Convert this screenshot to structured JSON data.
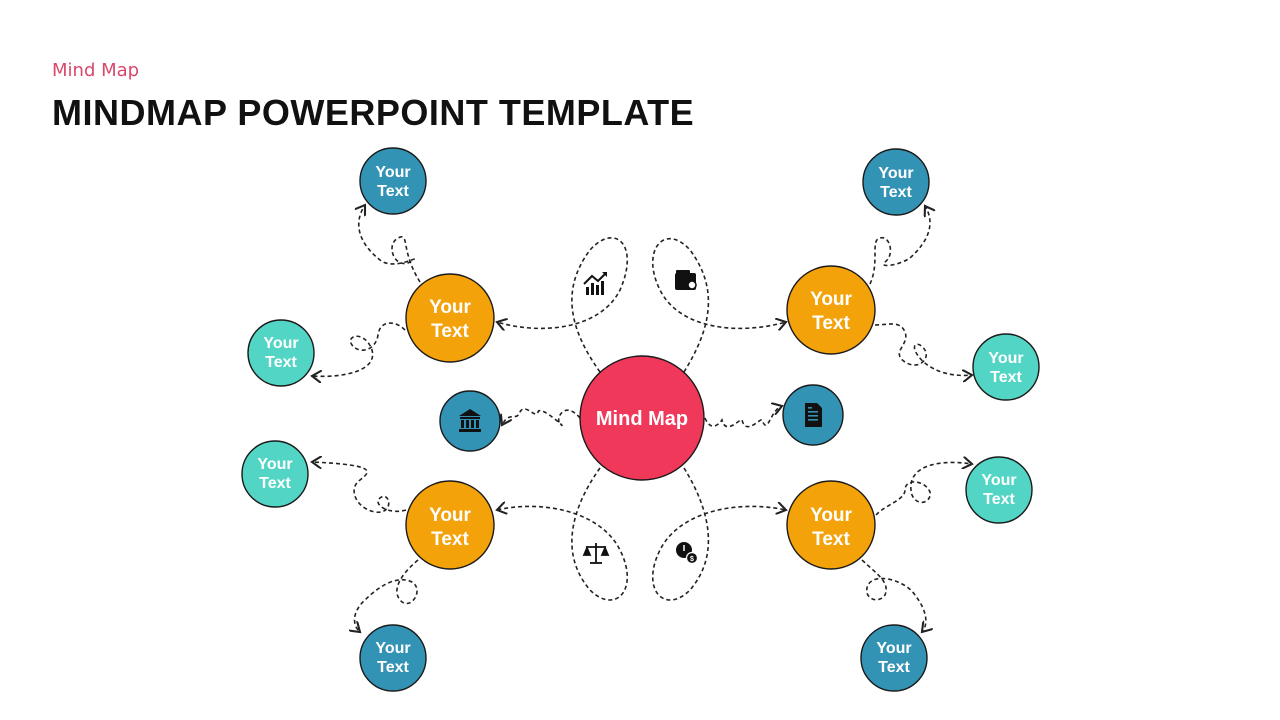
{
  "header": {
    "subtitle": "Mind Map",
    "title": "MINDMAP POWERPOINT TEMPLATE"
  },
  "colors": {
    "center": "#f0395a",
    "branch": "#f4a20a",
    "leaf_dark": "#3393b5",
    "leaf_light": "#52d5c5",
    "icon_circle": "#3393b5"
  },
  "center": {
    "label": "Mind Map"
  },
  "branches": {
    "top_left": {
      "line1": "Your",
      "line2": "Text"
    },
    "top_right": {
      "line1": "Your",
      "line2": "Text"
    },
    "bottom_left": {
      "line1": "Your",
      "line2": "Text"
    },
    "bottom_right": {
      "line1": "Your",
      "line2": "Text"
    }
  },
  "leaves": {
    "top_left_top": {
      "line1": "Your",
      "line2": "Text"
    },
    "top_left_side": {
      "line1": "Your",
      "line2": "Text"
    },
    "top_right_top": {
      "line1": "Your",
      "line2": "Text"
    },
    "top_right_side": {
      "line1": "Your",
      "line2": "Text"
    },
    "bottom_left_side": {
      "line1": "Your",
      "line2": "Text"
    },
    "bottom_left_bottom": {
      "line1": "Your",
      "line2": "Text"
    },
    "bottom_right_side": {
      "line1": "Your",
      "line2": "Text"
    },
    "bottom_right_bottom": {
      "line1": "Your",
      "line2": "Text"
    }
  },
  "icons": {
    "left_node": "bank-icon",
    "right_node": "document-icon",
    "top_left": "chart-growth-icon",
    "top_right": "wallet-icon",
    "bottom_left": "balance-scale-icon",
    "bottom_right": "money-time-icon"
  }
}
